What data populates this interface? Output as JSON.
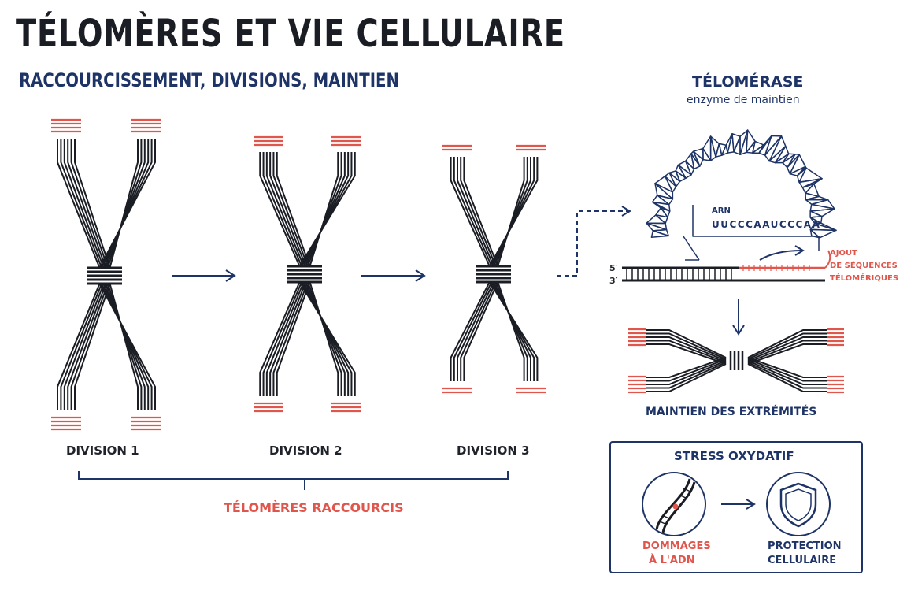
{
  "title": "TÉLOMÈRES ET VIE CELLULAIRE",
  "subtitle": "RACCOURCISSEMENT, DIVISIONS, MAINTIEN",
  "divisions": [
    {
      "label": "DIVISION 1"
    },
    {
      "label": "DIVISION 2"
    },
    {
      "label": "DIVISION 3"
    }
  ],
  "shortened_label": "TÉLOMÈRES RACCOURCIS",
  "telomerase": {
    "title": "TÉLOMÉRASE",
    "subtitle": "enzyme de maintien",
    "rna_label": "ARN",
    "rna_sequence": "UUCCCAAUCCCAA",
    "strand_5": "5′",
    "strand_3": "3′",
    "addition_label": [
      "AJOUT",
      "DE SÉQUENCES",
      "TÉLOMÉRIQUES"
    ]
  },
  "maintenance_label": "MAINTIEN DES EXTRÉMITÉS",
  "stress": {
    "title": "STRESS OXYDATIF",
    "damage_label": [
      "DOMMAGES",
      "À L'ADN"
    ],
    "protection_label": [
      "PROTECTION",
      "CELLULAIRE"
    ]
  },
  "colors": {
    "navy": "#1e3467",
    "telomere_red": "#e0564d",
    "chromosome_black": "#1b1d24"
  },
  "icons": [
    "arrow-right-icon",
    "dna-icon",
    "shield-icon",
    "arrow-down-icon"
  ]
}
